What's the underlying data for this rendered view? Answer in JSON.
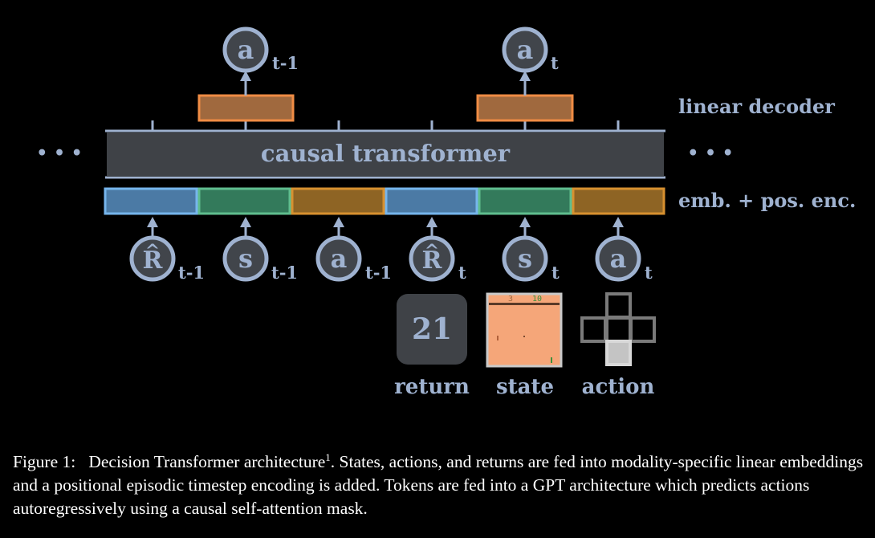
{
  "diagram": {
    "transformer_label": "causal transformer",
    "decoder_label": "linear decoder",
    "embedding_label": "emb. + pos. enc.",
    "ellipsis": "• • •",
    "outputs": [
      {
        "symbol": "a",
        "subscript": "t-1"
      },
      {
        "symbol": "a",
        "subscript": "t"
      }
    ],
    "inputs": [
      {
        "symbol": "R",
        "hat": "^",
        "subscript": "t-1"
      },
      {
        "symbol": "s",
        "subscript": "t-1"
      },
      {
        "symbol": "a",
        "subscript": "t-1"
      },
      {
        "symbol": "R",
        "hat": "^",
        "subscript": "t"
      },
      {
        "symbol": "s",
        "subscript": "t"
      },
      {
        "symbol": "a",
        "subscript": "t"
      }
    ],
    "examples": {
      "return_value": "21",
      "return_label": "return",
      "state_label": "state",
      "action_label": "action",
      "state_score_left": "3",
      "state_score_right": "10"
    },
    "colors": {
      "background": "#000000",
      "node": "#9fb2d0",
      "transformer": "#3f4247",
      "return_emb_fill": "#4b7aa5",
      "return_emb_border": "#76b5ec",
      "state_emb_fill": "#337a5b",
      "state_emb_border": "#5fbd8e",
      "action_emb_fill": "#8e6424",
      "action_emb_border": "#d7902f",
      "decoder_fill": "#a0693e",
      "decoder_border": "#f08c44",
      "state_screen": "#f5a679"
    }
  },
  "caption": {
    "prefix": "Figure 1:",
    "text_a": "Decision Transformer architecture",
    "footnote": "1",
    "text_b": ". States, actions, and returns are fed into modality-specific linear embeddings and a positional episodic timestep encoding is added. Tokens are fed into a GPT architecture which predicts actions autoregressively using a causal self-attention mask."
  }
}
